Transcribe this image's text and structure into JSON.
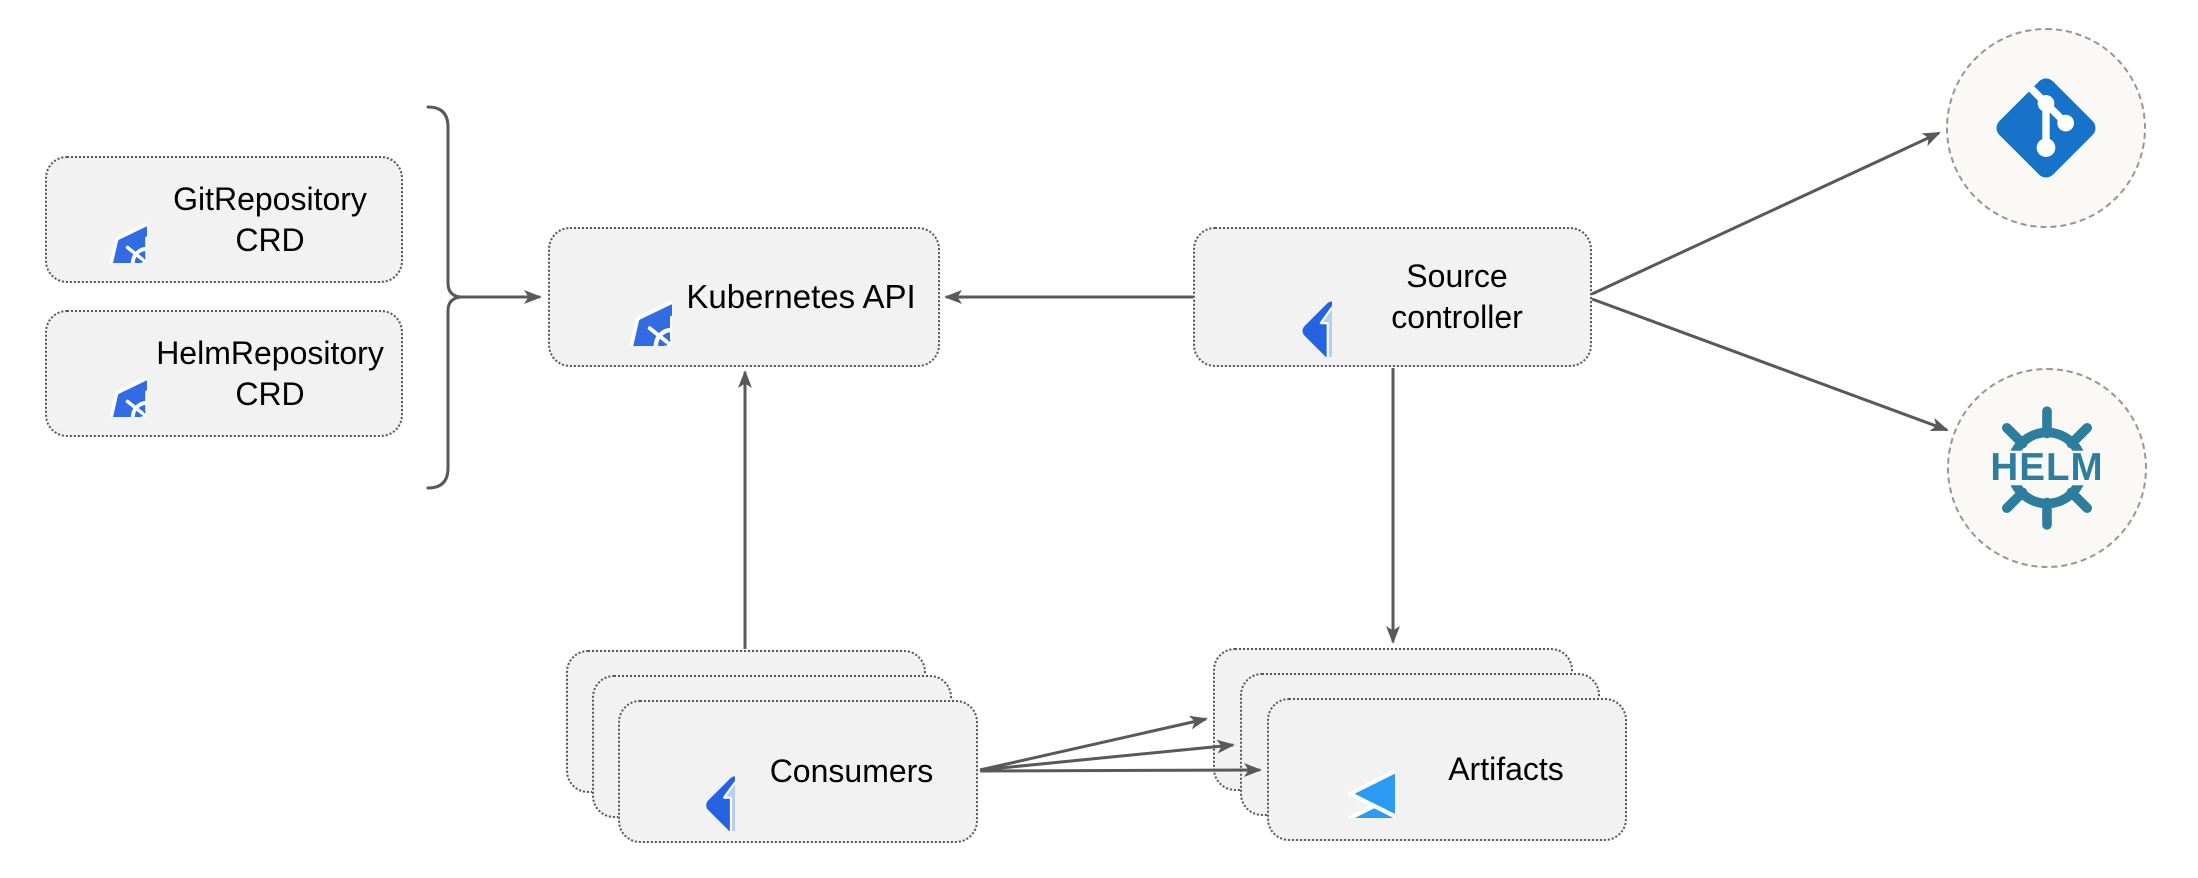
{
  "diagram": {
    "description": "Flux source-controller architecture diagram",
    "nodes": {
      "git_repository_crd": {
        "line1": "GitRepository",
        "line2": "CRD",
        "icon": "kubernetes-icon"
      },
      "helm_repository_crd": {
        "line1": "HelmRepository",
        "line2": "CRD",
        "icon": "kubernetes-icon"
      },
      "kubernetes_api": {
        "label": "Kubernetes API",
        "icon": "kubernetes-icon"
      },
      "source_controller": {
        "line1": "Source",
        "line2": "controller",
        "icon": "flux-icon"
      },
      "consumers": {
        "label": "Consumers",
        "icon": "flux-icon",
        "stacked_copies": 3
      },
      "artifacts": {
        "label": "Artifacts",
        "icon": "layers-icon",
        "stacked_copies": 3
      },
      "git_remote": {
        "icon": "git-icon"
      },
      "helm_remote": {
        "icon": "helm-icon",
        "logo_text": "HELM"
      }
    },
    "edges": [
      {
        "id": "crds-to-kubernetes-api",
        "from": "git_repository_crd & helm_repository_crd",
        "to": "kubernetes_api",
        "style": "curly-brace-then-arrow"
      },
      {
        "id": "source-to-kubernetes-api",
        "from": "source_controller",
        "to": "kubernetes_api"
      },
      {
        "id": "consumers-to-kubernetes-api",
        "from": "consumers",
        "to": "kubernetes_api"
      },
      {
        "id": "source-to-artifacts",
        "from": "source_controller",
        "to": "artifacts"
      },
      {
        "id": "source-to-git-remote",
        "from": "source_controller",
        "to": "git_remote"
      },
      {
        "id": "source-to-helm-remote",
        "from": "source_controller",
        "to": "helm_remote"
      },
      {
        "id": "consumers-to-artifacts-back",
        "from": "consumers",
        "to": "artifacts (back copy)"
      },
      {
        "id": "consumers-to-artifacts-middle",
        "from": "consumers",
        "to": "artifacts (middle copy)"
      },
      {
        "id": "consumers-to-artifacts-front",
        "from": "consumers",
        "to": "artifacts (front copy)"
      }
    ],
    "colors": {
      "kubernetes_blue": "#326CE5",
      "flux_blue": "#2563e0",
      "flux_arrow_light": "#b9cdf4",
      "flux_wave_blue": "#2e6be6",
      "git_blue": "#1673c9",
      "helm_teal": "#2d7d9f",
      "layers_blue": "#2b9af3",
      "node_fill": "#f2f2f2",
      "node_border": "#575757",
      "circle_fill": "#faf9f5",
      "circle_border": "#969696",
      "arrow_gray": "#595959",
      "text": "#000000"
    }
  }
}
